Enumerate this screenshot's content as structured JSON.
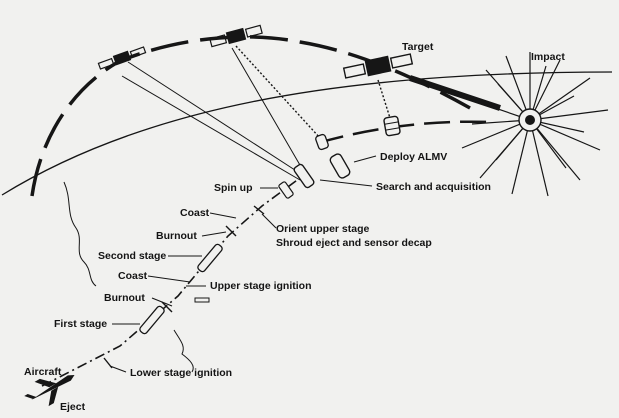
{
  "labels": {
    "target": "Target",
    "impact": "Impact",
    "deploy_almv": "Deploy ALMV",
    "search_acquisition": "Search and acquisition",
    "spin_up": "Spin up",
    "coast_upper": "Coast",
    "burnout_upper": "Burnout",
    "orient_upper_stage": "Orient upper stage",
    "shroud_eject": "Shroud eject and sensor decap",
    "second_stage": "Second stage",
    "coast_lower": "Coast",
    "upper_stage_ignition": "Upper stage ignition",
    "burnout_lower": "Burnout",
    "first_stage": "First stage",
    "aircraft": "Aircraft",
    "lower_stage_ignition": "Lower stage ignition",
    "eject": "Eject"
  },
  "colors": {
    "background": "#f1f1ef",
    "ink": "#161616"
  }
}
